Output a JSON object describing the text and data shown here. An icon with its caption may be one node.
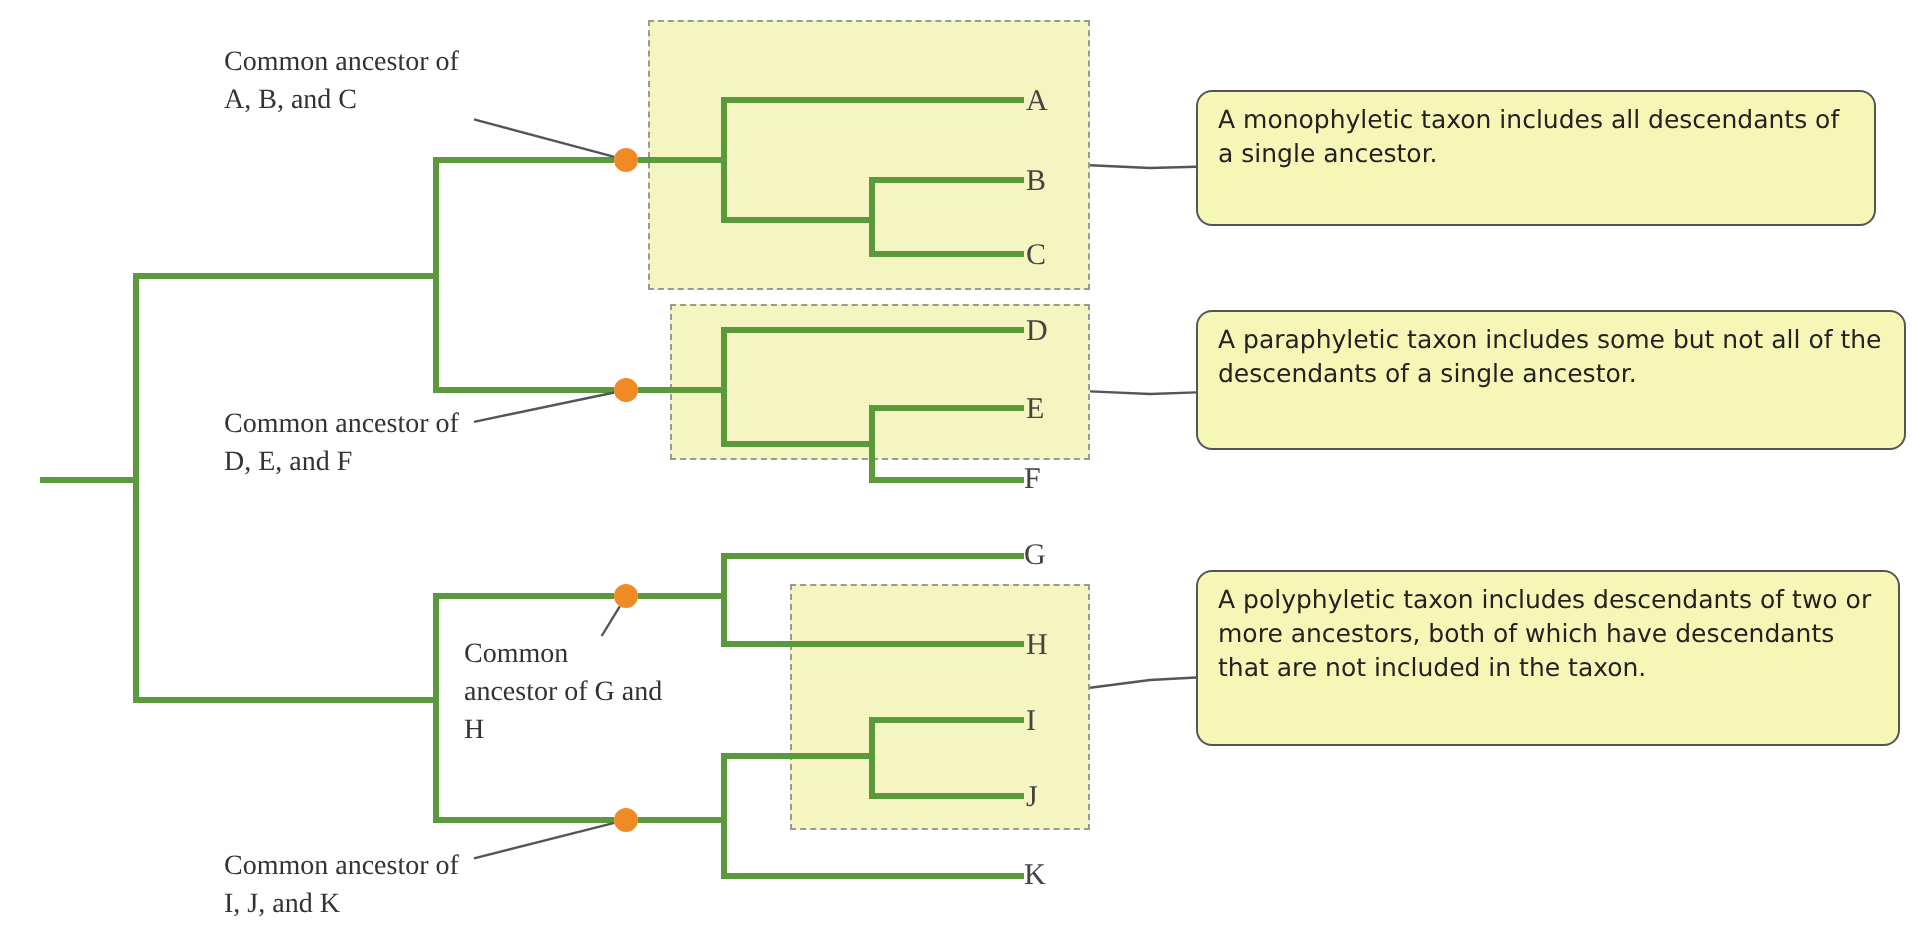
{
  "diagram": {
    "nodes": [
      {
        "text": [],
        "shape": "box"
      },
      {
        "text": [
          "A"
        ],
        "in": 0
      },
      {
        "text": [
          "B"
        ],
        "in": 0
      },
      {
        "text": [
          "C"
        ],
        "in": 0
      },
      {
        "text": [],
        "shape": "box"
      },
      {
        "text": [
          "D"
        ],
        "in": 4
      },
      {
        "text": [
          "E"
        ],
        "in": 4
      },
      {
        "text": [
          "F"
        ]
      },
      {
        "text": [
          "G"
        ]
      },
      {
        "text": [],
        "shape": "box"
      },
      {
        "text": [
          "H"
        ],
        "in": 9
      },
      {
        "text": [
          "I"
        ],
        "in": 9
      },
      {
        "text": [
          "J"
        ],
        "in": 9
      },
      {
        "text": [
          "K"
        ]
      },
      {
        "text": [
          "A monophyletic taxon includes all descendants of a single ancestor."
        ]
      },
      {
        "text": [
          "A paraphyletic taxon includes some but not all of the descendants of a single ancestor."
        ]
      },
      {
        "text": [
          "A polyphyletic taxon includes descendants of two or more ancestors, both of which have descendants that are not included in the taxon."
        ]
      },
      {
        "text": [
          "Common ancestor of A, B, and C"
        ]
      },
      {
        "text": [
          "Common ancestor of D, E, and F"
        ]
      },
      {
        "text": [
          "Common ancestor of G and H"
        ]
      },
      {
        "text": [
          "Common ancestor of I, J, and K"
        ]
      },
      {
        "text": [],
        "shape": "circle"
      },
      {
        "text": [],
        "shape": "circle"
      },
      {
        "text": [],
        "shape": "circle"
      },
      {
        "text": [],
        "shape": "circle"
      }
    ],
    "edges": [
      {
        "from": 21,
        "to": 1,
        "arrow": "none"
      },
      {
        "from": 21,
        "to": 2,
        "arrow": "none"
      },
      {
        "from": 21,
        "to": 3,
        "arrow": "none"
      },
      {
        "from": 22,
        "to": 5,
        "arrow": "none"
      },
      {
        "from": 22,
        "to": 6,
        "arrow": "none"
      },
      {
        "from": 22,
        "to": 7,
        "arrow": "none"
      },
      {
        "from": 23,
        "to": 8,
        "arrow": "none"
      },
      {
        "from": 23,
        "to": 10,
        "arrow": "none"
      },
      {
        "from": 24,
        "to": 11,
        "arrow": "none"
      },
      {
        "from": 24,
        "to": 12,
        "arrow": "none"
      },
      {
        "from": 24,
        "to": 13,
        "arrow": "none"
      },
      {
        "from": null,
        "to": 21,
        "arrow": "none"
      },
      {
        "from": null,
        "to": 22,
        "arrow": "none"
      },
      {
        "from": null,
        "to": 23,
        "arrow": "none"
      },
      {
        "from": null,
        "to": 24,
        "arrow": "none"
      },
      {
        "from": 17,
        "to": 21,
        "arrow": "none",
        "color": "#555555"
      },
      {
        "from": 18,
        "to": 22,
        "arrow": "none",
        "color": "#555555"
      },
      {
        "from": 19,
        "to": 23,
        "arrow": "none",
        "color": "#555555"
      },
      {
        "from": 20,
        "to": 24,
        "arrow": "none",
        "color": "#555555"
      },
      {
        "from": 14,
        "to": 0,
        "arrow": "none",
        "color": "#555555"
      },
      {
        "from": 15,
        "to": 4,
        "arrow": "none",
        "color": "#555555"
      },
      {
        "from": 16,
        "to": 9,
        "arrow": "none",
        "color": "#555555"
      }
    ]
  }
}
